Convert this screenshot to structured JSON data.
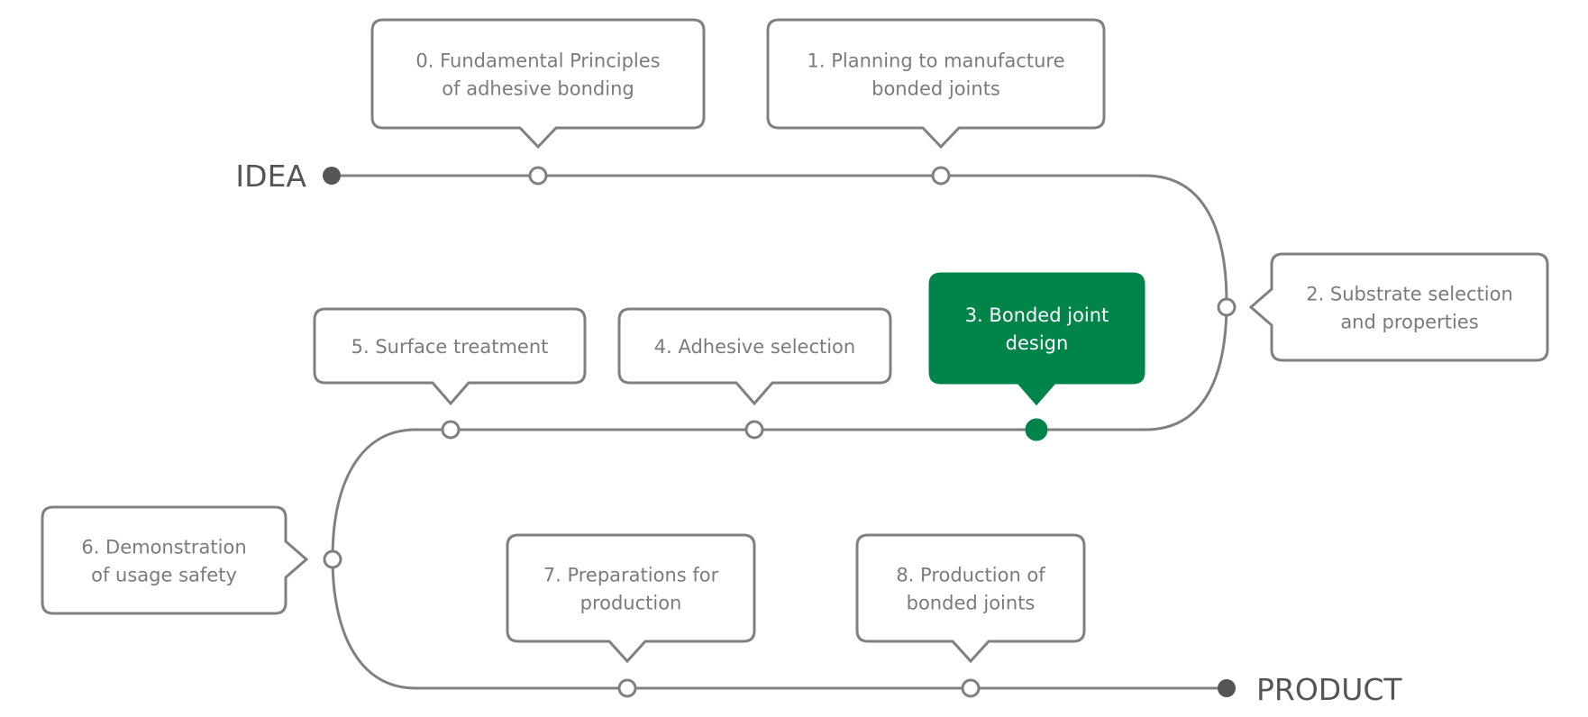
{
  "start_label": "IDEA",
  "end_label": "PRODUCT",
  "colors": {
    "line": "#808080",
    "text": "#7b7b7b",
    "accent": "#00844a",
    "endpoint": "#555555"
  },
  "steps": [
    {
      "lines": [
        "0. Fundamental Principles",
        "of adhesive bonding"
      ],
      "highlighted": false
    },
    {
      "lines": [
        "1. Planning to manufacture",
        "bonded joints"
      ],
      "highlighted": false
    },
    {
      "lines": [
        "2. Substrate selection",
        "and properties"
      ],
      "highlighted": false
    },
    {
      "lines": [
        "3. Bonded joint",
        "design"
      ],
      "highlighted": true
    },
    {
      "lines": [
        "4. Adhesive selection"
      ],
      "highlighted": false
    },
    {
      "lines": [
        "5. Surface treatment"
      ],
      "highlighted": false
    },
    {
      "lines": [
        "6. Demonstration",
        "of usage safety"
      ],
      "highlighted": false
    },
    {
      "lines": [
        "7. Preparations for",
        "production"
      ],
      "highlighted": false
    },
    {
      "lines": [
        "8. Production of",
        "bonded joints"
      ],
      "highlighted": false
    }
  ]
}
